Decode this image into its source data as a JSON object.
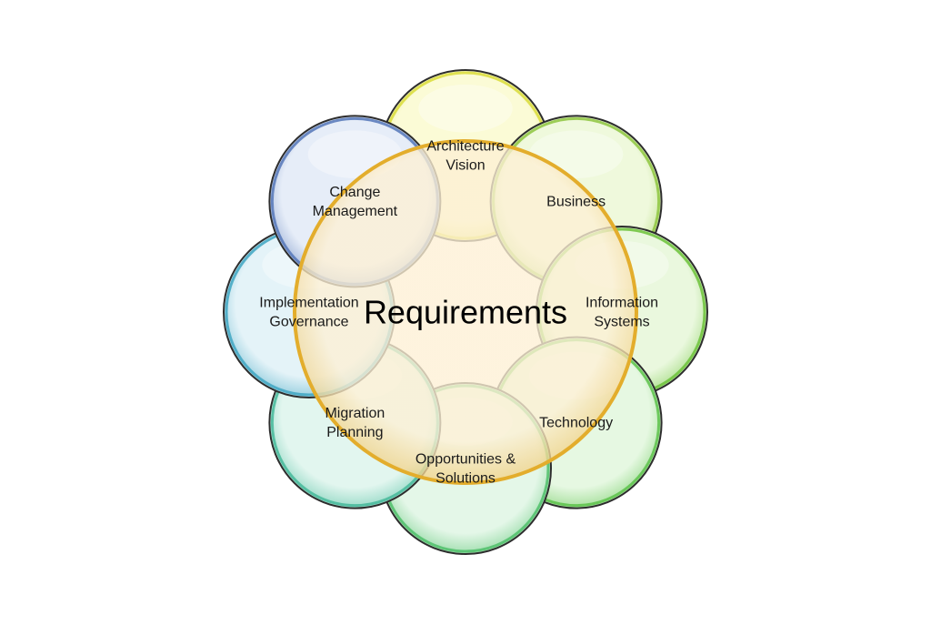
{
  "diagram": {
    "center": {
      "label": "Requirements",
      "fill": "#fdf0d4",
      "stroke": "#e3ad2c"
    },
    "satellites": [
      {
        "id": "architecture-vision",
        "lines": [
          "Architecture",
          "Vision"
        ],
        "fill": "#fbfbd6",
        "stroke": "#d9dc3a"
      },
      {
        "id": "business",
        "lines": [
          "Business"
        ],
        "fill": "#eff9dc",
        "stroke": "#8ec63f"
      },
      {
        "id": "information-systems",
        "lines": [
          "Information",
          "Systems"
        ],
        "fill": "#eaf8de",
        "stroke": "#6cc23a"
      },
      {
        "id": "technology",
        "lines": [
          "Technology"
        ],
        "fill": "#e6f8e2",
        "stroke": "#5cc24a"
      },
      {
        "id": "opportunities-solutions",
        "lines": [
          "Opportunities &",
          "Solutions"
        ],
        "fill": "#e4f7e8",
        "stroke": "#4fbf6a"
      },
      {
        "id": "migration-planning",
        "lines": [
          "Migration",
          "Planning"
        ],
        "fill": "#e2f6ef",
        "stroke": "#45b99a"
      },
      {
        "id": "implementation-governance",
        "lines": [
          "Implementation",
          "Governance"
        ],
        "fill": "#e4f3f8",
        "stroke": "#3fa6c2"
      },
      {
        "id": "change-management",
        "lines": [
          "Change",
          "Management"
        ],
        "fill": "#e6edf8",
        "stroke": "#5577b8"
      }
    ]
  }
}
